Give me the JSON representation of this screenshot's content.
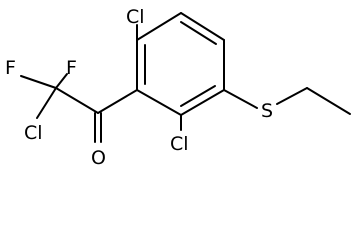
{
  "molecule": {
    "atoms": {
      "cl_ring_top": "Cl",
      "cl_ring_bottom": "Cl",
      "cl_alpha": "Cl",
      "f_alpha": "F",
      "f_beta": "F",
      "o_carbonyl": "O",
      "s_thioether": "S"
    }
  }
}
